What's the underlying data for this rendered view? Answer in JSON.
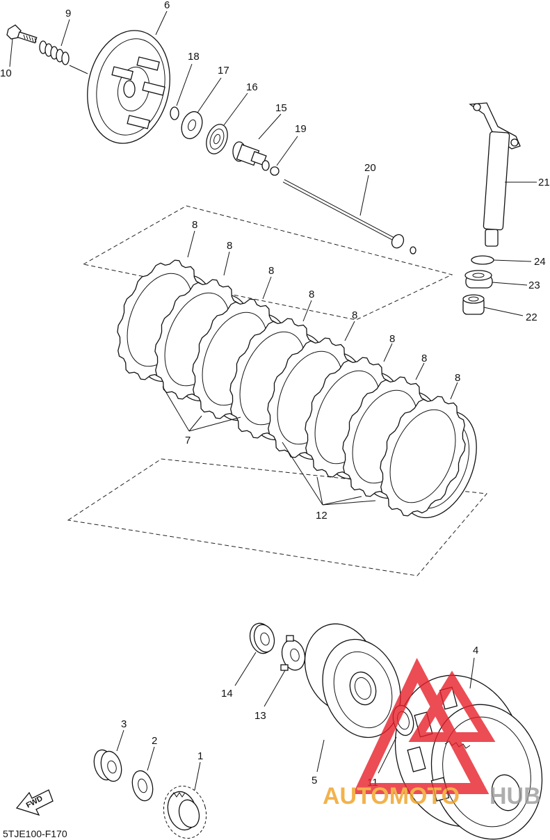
{
  "diagram": {
    "code": "5TJE100-F170",
    "fwd_label": "FWD",
    "watermark": {
      "text_left": "AUTOMOTO",
      "text_right": "HUB",
      "color_left": "#f0a020",
      "color_right": "#9a9a9a",
      "logo_color": "#e8202a"
    },
    "callouts": {
      "p1": "1",
      "p2": "2",
      "p3": "3",
      "p4": "4",
      "p5": "5",
      "p6": "6",
      "p7": "7",
      "p8": "8",
      "p9": "9",
      "p10": "10",
      "p11": "11",
      "p12": "12",
      "p13": "13",
      "p14": "14",
      "p15": "15",
      "p16": "16",
      "p17": "17",
      "p18": "18",
      "p19": "19",
      "p20": "20",
      "p21": "21",
      "p22": "22",
      "p23": "23",
      "p24": "24"
    }
  }
}
